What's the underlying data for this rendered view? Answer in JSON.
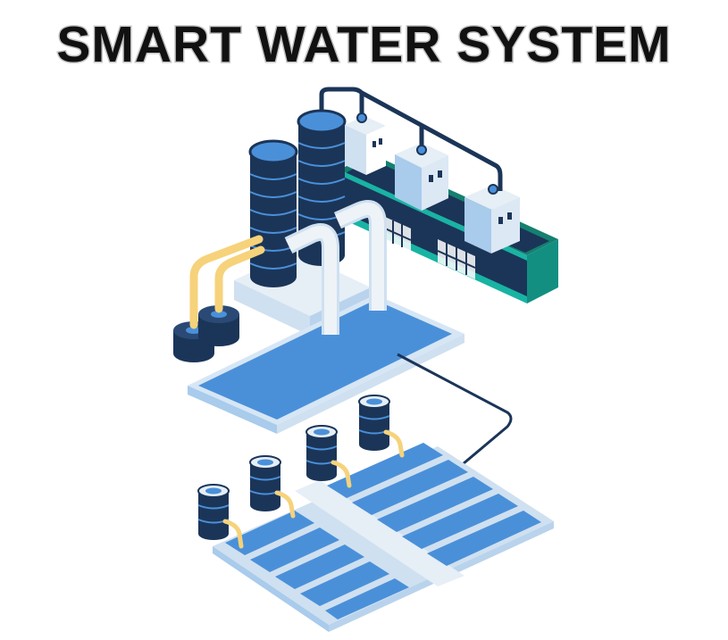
{
  "title": "SMART WATER SYSTEM",
  "colors": {
    "navy": "#1b3558",
    "blue": "#4a90d9",
    "light_blue": "#a9cbec",
    "pale": "#e6eef6",
    "teal": "#19b3a3",
    "yellow": "#f6d27a",
    "background": "#ffffff"
  },
  "components": [
    "storage-tower-left",
    "storage-tower-right",
    "pump-house",
    "sedimentation-basin",
    "yellow-pipe",
    "valve-pumps",
    "connecting-cable",
    "distribution-barrels",
    "filtration-beds"
  ]
}
